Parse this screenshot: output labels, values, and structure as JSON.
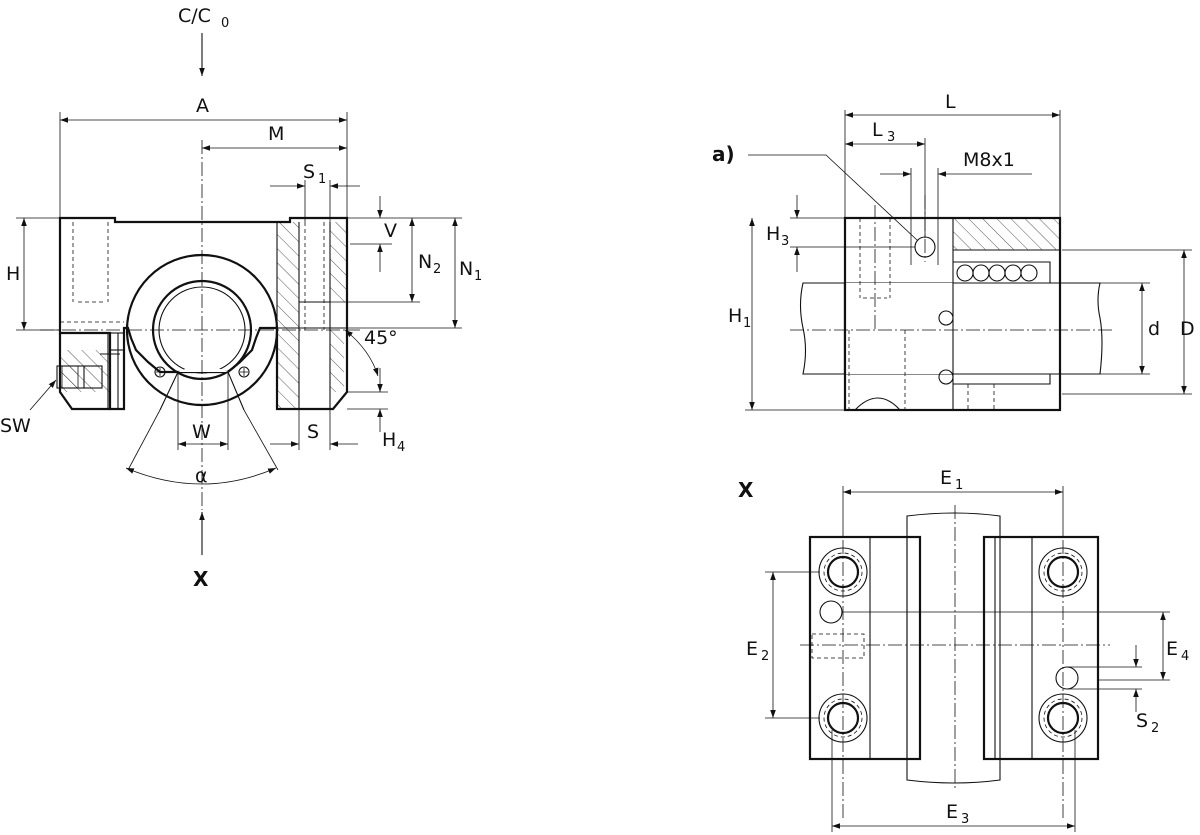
{
  "labels": {
    "load": "C/C",
    "load_sub": "0",
    "A": "A",
    "M": "M",
    "S1": "S",
    "S1_sub": "1",
    "V": "V",
    "N2": "N",
    "N2_sub": "2",
    "N1": "N",
    "N1_sub": "1",
    "H": "H",
    "angle45": "45°",
    "SW": "SW",
    "W": "W",
    "S": "S",
    "H4": "H",
    "H4_sub": "4",
    "alpha": "α",
    "X_arrow": "X",
    "L": "L",
    "L3": "L",
    "L3_sub": "3",
    "a": "a)",
    "M8x1": "M8x1",
    "H3": "H",
    "H3_sub": "3",
    "H1": "H",
    "H1_sub": "1",
    "d": "d",
    "D": "D",
    "X_view": "X",
    "E1": "E",
    "E1_sub": "1",
    "E2": "E",
    "E2_sub": "2",
    "E4": "E",
    "E4_sub": "4",
    "S2": "S",
    "S2_sub": "2",
    "E3": "E",
    "E3_sub": "3"
  }
}
